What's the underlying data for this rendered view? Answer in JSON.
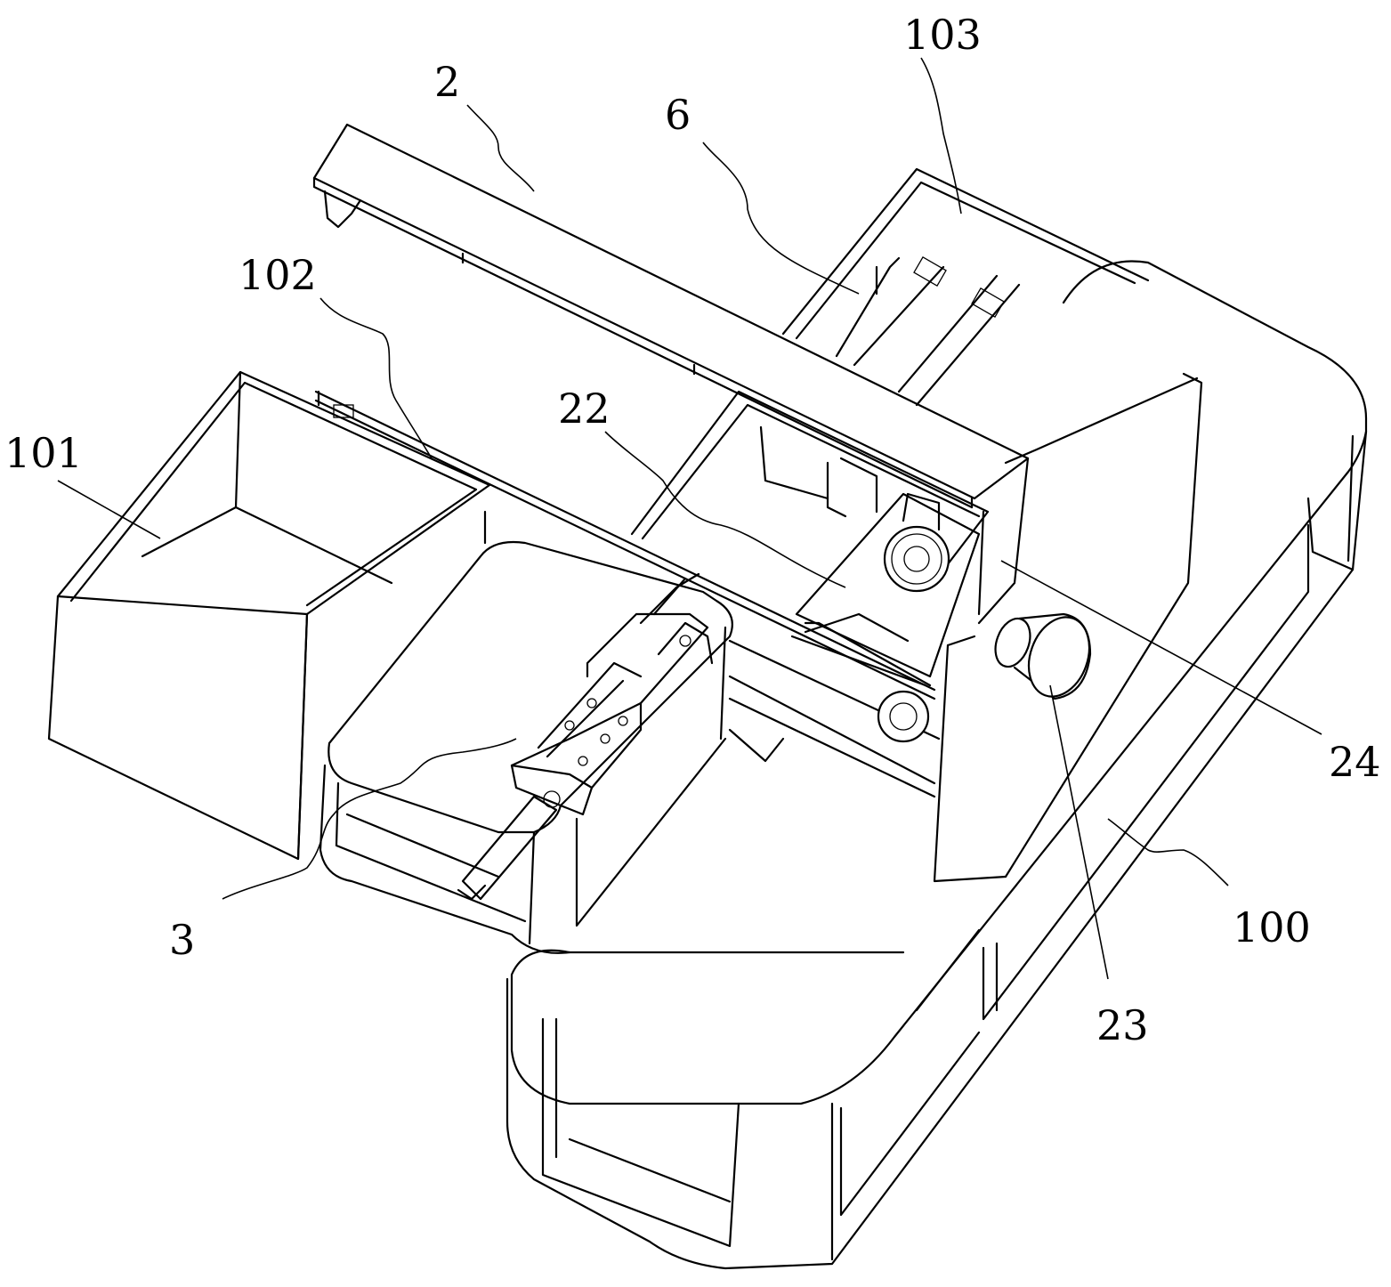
{
  "labels": {
    "l2": "2",
    "l3": "3",
    "l6": "6",
    "l22": "22",
    "l23": "23",
    "l24": "24",
    "l100": "100",
    "l101": "101",
    "l102": "102",
    "l103": "103"
  }
}
